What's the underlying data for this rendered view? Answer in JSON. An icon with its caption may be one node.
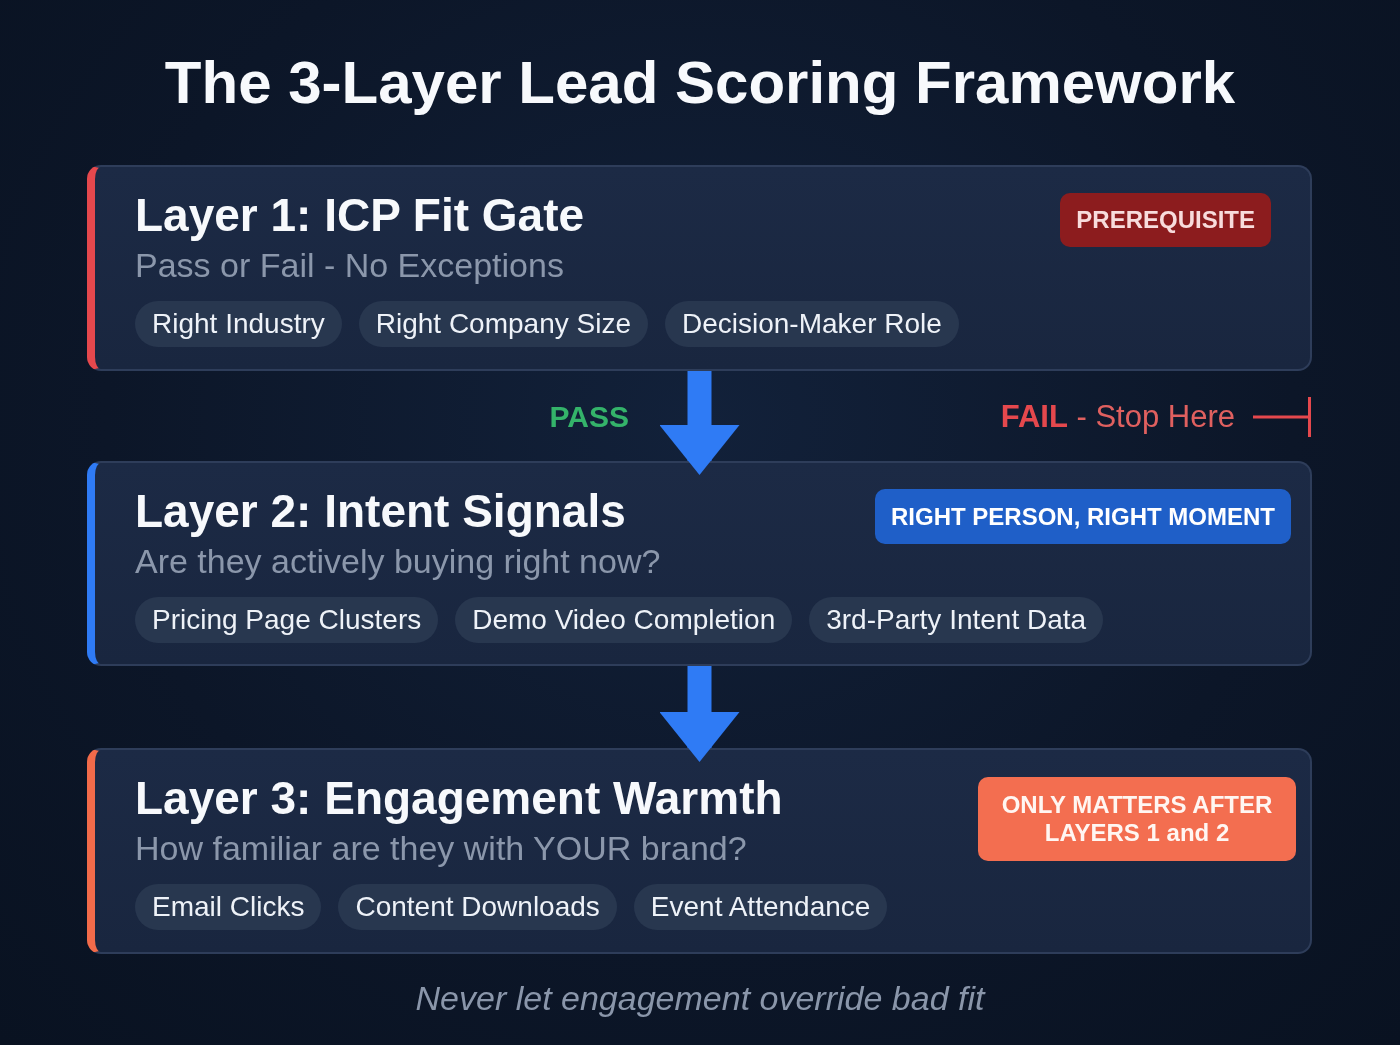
{
  "diagram": {
    "title": "The 3-Layer Lead Scoring Framework",
    "caption": "Never let engagement override bad fit",
    "nodes": [
      {
        "text": [
          "Layer 1: ICP Fit Gate",
          "Pass or Fail - No Exceptions"
        ]
      },
      {
        "text": [
          "PREREQUISITE"
        ],
        "in": 0
      },
      {
        "text": [
          "Right Industry"
        ],
        "in": 0
      },
      {
        "text": [
          "Right Company Size"
        ],
        "in": 0
      },
      {
        "text": [
          "Decision-Maker Role"
        ],
        "in": 0
      },
      {
        "text": [
          "**FAIL** - Stop Here"
        ]
      },
      {
        "text": [
          "Layer 2: Intent Signals",
          "Are they actively buying right now?"
        ]
      },
      {
        "text": [
          "RIGHT PERSON, RIGHT MOMENT"
        ],
        "in": 6
      },
      {
        "text": [
          "Pricing Page Clusters"
        ],
        "in": 6
      },
      {
        "text": [
          "Demo Video Completion"
        ],
        "in": 6
      },
      {
        "text": [
          "3rd-Party Intent Data"
        ],
        "in": 6
      },
      {
        "text": [
          "Layer 3: Engagement Warmth",
          "How familiar are they with YOUR brand?"
        ]
      },
      {
        "text": [
          "ONLY MATTERS AFTER LAYERS 1 and 2"
        ],
        "in": 11
      },
      {
        "text": [
          "Email Clicks"
        ],
        "in": 11
      },
      {
        "text": [
          "Content Downloads"
        ],
        "in": 11
      },
      {
        "text": [
          "Event Attendance"
        ],
        "in": 11
      }
    ],
    "edges": [
      {
        "from": 0,
        "to": 6,
        "arrow": "to",
        "label": "PASS"
      },
      {
        "from": 6,
        "to": 11,
        "arrow": "to"
      },
      {
        "from": 5,
        "to": null,
        "arrow": "other",
        "color": "#e5484d"
      }
    ]
  }
}
